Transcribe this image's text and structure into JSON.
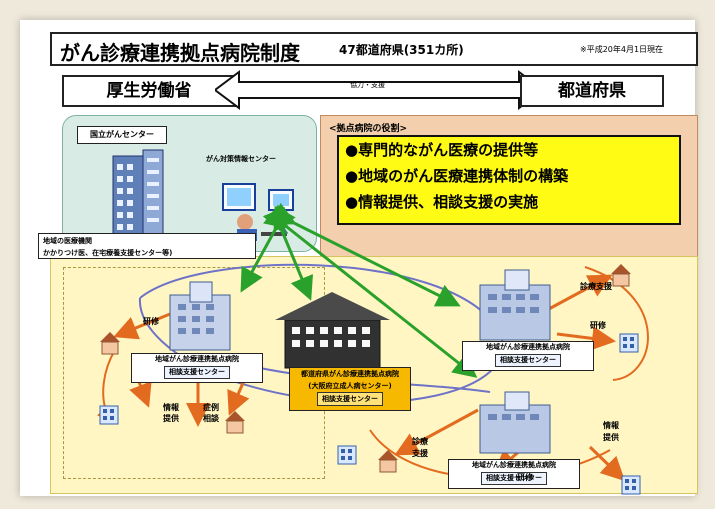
{
  "title": {
    "main": "がん診療連携拠点病院制度",
    "count": "47都道府県(351カ所)",
    "date": "※平成20年4月1日現在"
  },
  "top": {
    "ministry": "厚生労働省",
    "prefecture": "都道府県",
    "cooperation": "協力・支援"
  },
  "national": {
    "label": "国立がんセンター",
    "info_center": "がん対策情報センター"
  },
  "roles": {
    "label": "<拠点病院の役割>",
    "items": [
      "●専門的ながん医療の提供等",
      "●地域のがん医療連携体制の構築",
      "●情報提供、相談支援の実施"
    ]
  },
  "hospitals": {
    "left": {
      "title": "地域がん診療連携拠点病院",
      "sub": "相談支援センター"
    },
    "pref": {
      "title": "都道府県がん診療連携拠点病院",
      "mid": "(大阪府立成人病センター)",
      "sub": "相談支援センター"
    },
    "right_top": {
      "title": "地域がん診療連携拠点病院",
      "sub": "相談支援センター"
    },
    "right_bottom": {
      "title": "地域がん診療連携拠点病院",
      "sub": "相談支援センター"
    }
  },
  "actions": {
    "training_left": "研修",
    "info_left_1": "情報",
    "info_left_2": "提供",
    "case_left_1": "症例",
    "case_left_2": "相談",
    "diag_support_top": "診療支援",
    "training_top": "研修",
    "diag_support_bottom_1": "診療",
    "diag_support_bottom_2": "支援",
    "training_bottom": "研修",
    "info_bottom_1": "情報",
    "info_bottom_2": "提供"
  },
  "local": {
    "title": "地域の医療機関",
    "sub": "かかりつけ医、在宅療養支援センター等)"
  },
  "colors": {
    "role_box": "#fffb14",
    "pref_label": "#f7b900",
    "national_panel": "#d8ece5",
    "role_panel": "#f3cfae",
    "regional_panel": "#fff6c4",
    "green_arrow": "#2aa12a",
    "orange_arrow": "#e36b1f",
    "connector": "#6e73c7"
  }
}
